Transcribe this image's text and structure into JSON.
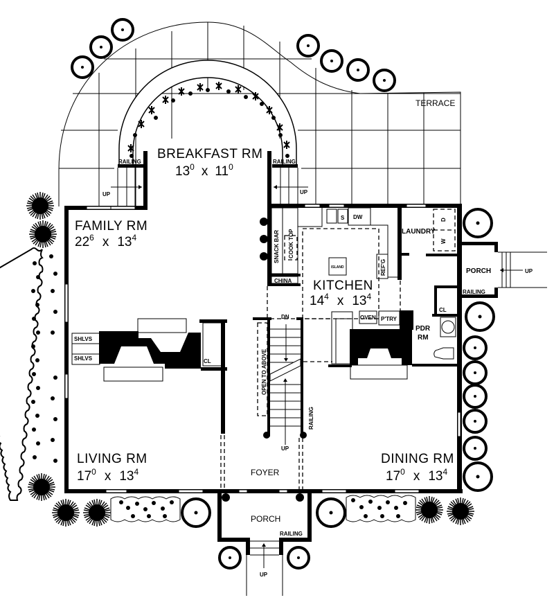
{
  "plan": {
    "rooms": {
      "breakfast": {
        "name": "BREAKFAST RM",
        "w": "13",
        "w_in": "0",
        "x": "x",
        "d": "11",
        "d_in": "0"
      },
      "family": {
        "name": "FAMILY RM",
        "w": "22",
        "w_in": "6",
        "x": "x",
        "d": "13",
        "d_in": "4"
      },
      "kitchen": {
        "name": "KITCHEN",
        "w": "14",
        "w_in": "4",
        "x": "x",
        "d": "13",
        "d_in": "4"
      },
      "living": {
        "name": "LIVING RM",
        "w": "17",
        "w_in": "0",
        "x": "x",
        "d": "13",
        "d_in": "4"
      },
      "dining": {
        "name": "DINING RM",
        "w": "17",
        "w_in": "0",
        "x": "x",
        "d": "13",
        "d_in": "4"
      },
      "foyer": {
        "name": "FOYER"
      },
      "front_porch": {
        "name": "PORCH"
      },
      "side_porch": {
        "name": "PORCH"
      },
      "laundry": {
        "name": "LAUNDRY"
      },
      "pdr": {
        "name_line1": "PDR",
        "name_line2": "RM"
      },
      "terrace": {
        "name": "TERRACE"
      }
    },
    "labels": {
      "railing": "RAILING",
      "up": "UP",
      "dn": "DN",
      "snack_bar": "SNACK BAR",
      "cook_top": "COOK TOP",
      "china": "CHINA",
      "island": "ISLAND",
      "sink": "S",
      "dw": "DW",
      "refg": "REF'G",
      "oven": "OVEN",
      "pantry": "P'TRY",
      "closet": "CL",
      "shelves": "SHLVS",
      "open_to_above": "OPEN TO ABOVE",
      "washer": "W",
      "dryer": "D"
    },
    "colors": {
      "ink": "#000000",
      "paper": "#ffffff"
    }
  }
}
